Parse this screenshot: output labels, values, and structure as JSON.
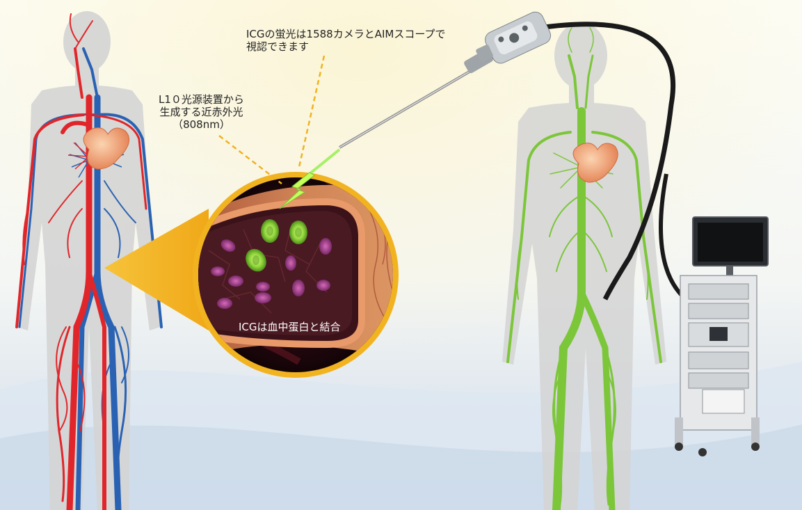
{
  "title": "",
  "labels": {
    "camera": [
      "ICGの蛍光は1588カメラとAIMスコープで",
      "視認できます"
    ],
    "light_source": [
      "L1０光源装置から",
      "生成する近赤外光",
      "（808nm）"
    ],
    "binding": "ICGは血中蛋白と結合"
  },
  "colors": {
    "artery": "#e0262a",
    "vein": "#2a62b3",
    "fluorescence": "#7cc63a",
    "leader_line": "#f0b21f",
    "callout_wedge": "#f2b321",
    "body_silhouette": "#d3d3d3",
    "title": "#1fa093"
  },
  "icons": [
    "human-body-circulatory",
    "heart-icon",
    "blood-vessel-crosssection",
    "endoscope-camera-icon",
    "monitor-tower-icon",
    "lightning-icon"
  ]
}
